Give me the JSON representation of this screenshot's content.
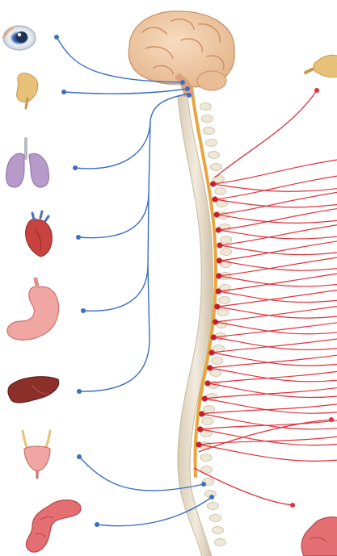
{
  "diagram": {
    "kind": "autonomic-nervous-system",
    "colors": {
      "parasympathetic": "#3a6fc4",
      "sympathetic": "#e0303a",
      "spine_bone": "#e6dccb",
      "spinal_cord": "#e8a640",
      "brain": "#f0c9a4",
      "organ_red": "#c8433f",
      "organ_pink": "#f0a7a3",
      "lung": "#b79ac8",
      "liver": "#8a2f2a"
    },
    "left_organs": [
      "eye-icon",
      "gland-icon",
      "lungs-icon",
      "heart-icon",
      "stomach-icon",
      "liver-icon",
      "bladder-icon",
      "intestine-icon"
    ],
    "right_organs": [
      "gland-icon",
      "intestine-icon"
    ],
    "parasympathetic_nerve_count": 8,
    "sympathetic_nerve_count": 20,
    "ganglion_count": 18
  }
}
